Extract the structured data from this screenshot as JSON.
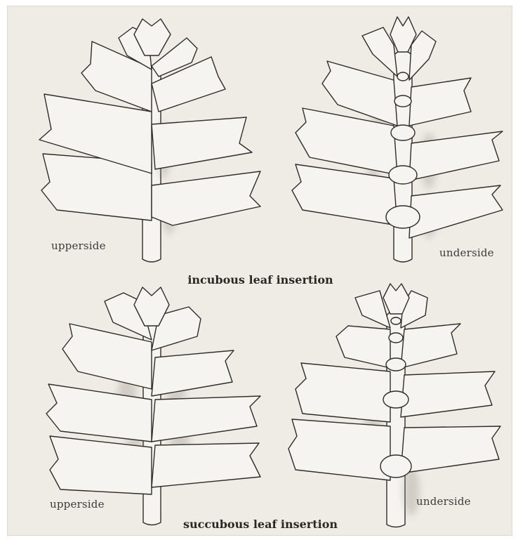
{
  "figures": [
    {
      "side_label": "upperside",
      "group": "incubous"
    },
    {
      "side_label": "underside",
      "group": "incubous"
    },
    {
      "side_label": "upperside",
      "group": "succubous"
    },
    {
      "side_label": "underside",
      "group": "succubous"
    }
  ],
  "captions": {
    "incubous": "incubous leaf insertion",
    "succubous": "succubous leaf insertion"
  },
  "colors": {
    "paper": "#efece6",
    "ink": "#2f2c28",
    "leaf_fill": "#f6f4f0",
    "shade": "#9a958c"
  }
}
